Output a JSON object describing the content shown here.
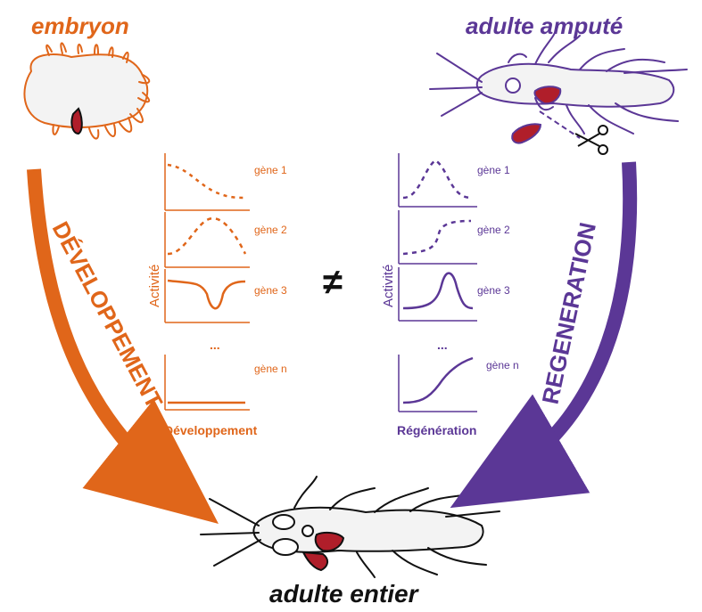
{
  "labels": {
    "embryo": "embryon",
    "amputated_adult": "adulte amputé",
    "whole_adult": "adulte entier",
    "development_arrow": "DÉVELOPPEMENT",
    "regeneration_arrow": "REGENERATION",
    "not_equal": "≠"
  },
  "left_panel": {
    "y_axis": "Activité",
    "x_axis": "Développement",
    "genes": [
      "gène 1",
      "gène 2",
      "gène 3",
      "gène n"
    ],
    "ellipsis": "..."
  },
  "right_panel": {
    "y_axis": "Activité",
    "x_axis": "Régénération",
    "genes": [
      "gène 1",
      "gène 2",
      "gène 3",
      "gène n"
    ],
    "ellipsis": "..."
  },
  "colors": {
    "development": "#e0661a",
    "regeneration": "#5b3796",
    "outline": "#111111",
    "tissue": "#b01e2a"
  }
}
